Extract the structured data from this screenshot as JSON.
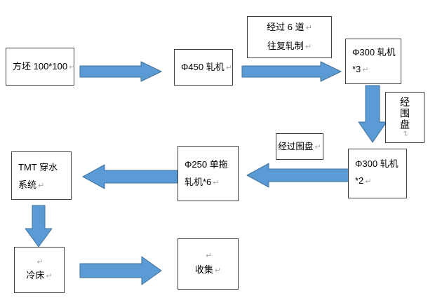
{
  "diagram_title": "rolling-process-flowchart",
  "colors": {
    "arrow_fill": "#5B9BD5",
    "arrow_stroke": "#41719C",
    "box_border": "#3F3F3F",
    "text": "#000000",
    "return_mark_color": "#A8A8A8"
  },
  "marks": {
    "return_mark": "↵"
  },
  "boxes": {
    "billet": {
      "line1": "方坯 100*100"
    },
    "mill450": {
      "line1": "Φ450 轧机"
    },
    "passes": {
      "line1": "经过 6 道",
      "line2": "往复轧制"
    },
    "mill300x3": {
      "line1": "Φ300 轧机",
      "line2": "*3"
    },
    "coil_vertical": {
      "text": "经围盘"
    },
    "mill300x2": {
      "line1": "Φ300 轧机",
      "line2": "*2"
    },
    "coil_pass": {
      "line1": "经过围盘"
    },
    "mill250": {
      "line1": "Φ250 单拖",
      "line2": "轧机*6"
    },
    "tmt": {
      "line1": "TMT 穿水",
      "line2": "系统"
    },
    "cooling_bed": {
      "line1": "冷床"
    },
    "collection": {
      "line1": "收集"
    }
  }
}
